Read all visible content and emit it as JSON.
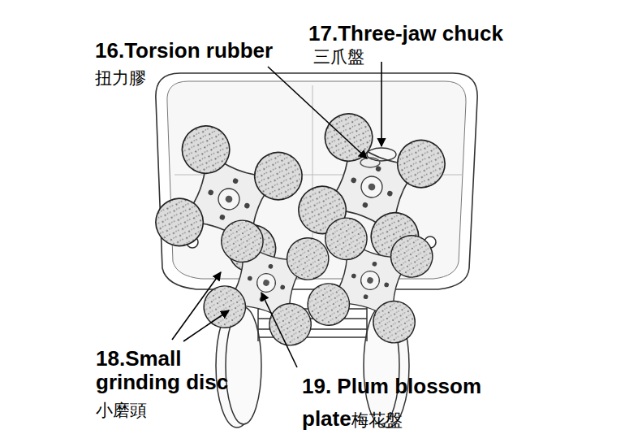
{
  "diagram": {
    "labels": [
      "16.Torsion rubber",
      "扭力膠",
      "17.Three-jaw chuck",
      "三爪盤",
      "18.Small grinding disc",
      "小磨頭",
      "19. Plum blossom plate",
      "梅花盤"
    ]
  }
}
